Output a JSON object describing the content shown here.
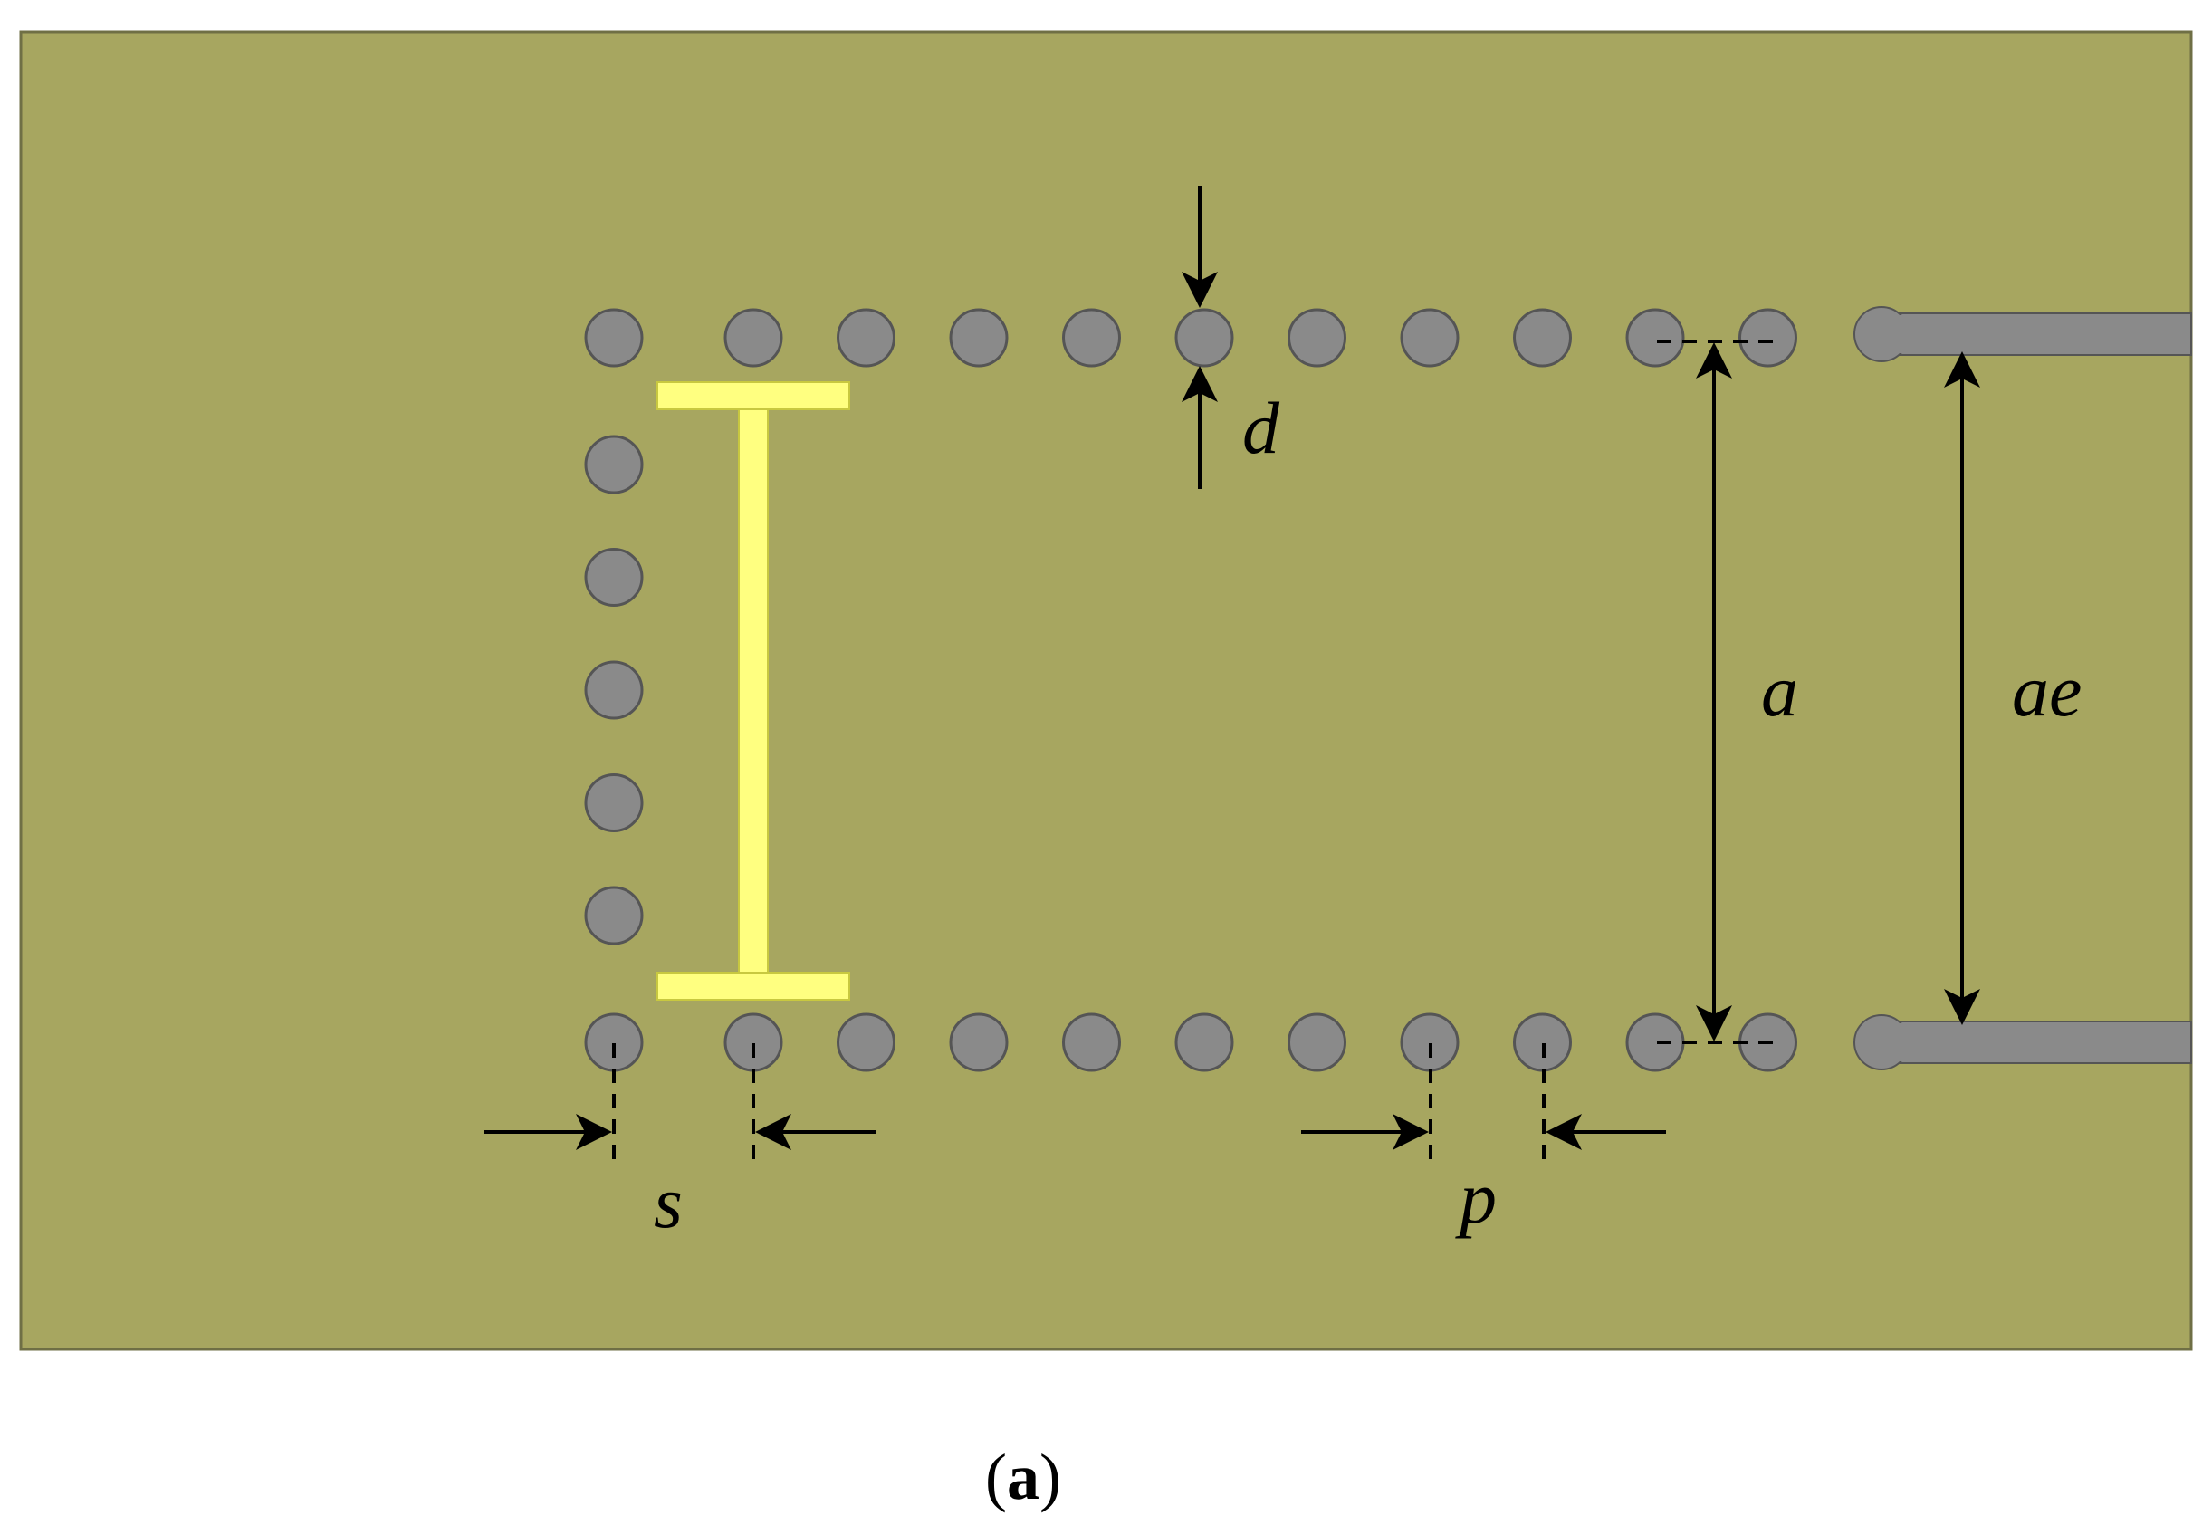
{
  "diagram": {
    "colors": {
      "substrate": "#a7a660",
      "substrate_border": "#6f6f45",
      "via": "#8a8a8a",
      "via_border": "#555555",
      "feed_line": "#8a8a8a",
      "probe": "#ffff80",
      "probe_border": "#c8c840",
      "annotation": "#000000"
    },
    "top_via_count": 11,
    "bottom_via_count": 11,
    "side_via_count": 5,
    "labels": {
      "d": "d",
      "a": "a",
      "ae": "ae",
      "s": "s",
      "p": "p"
    }
  },
  "caption": {
    "open": "(",
    "letter": "a",
    "close": ")"
  }
}
